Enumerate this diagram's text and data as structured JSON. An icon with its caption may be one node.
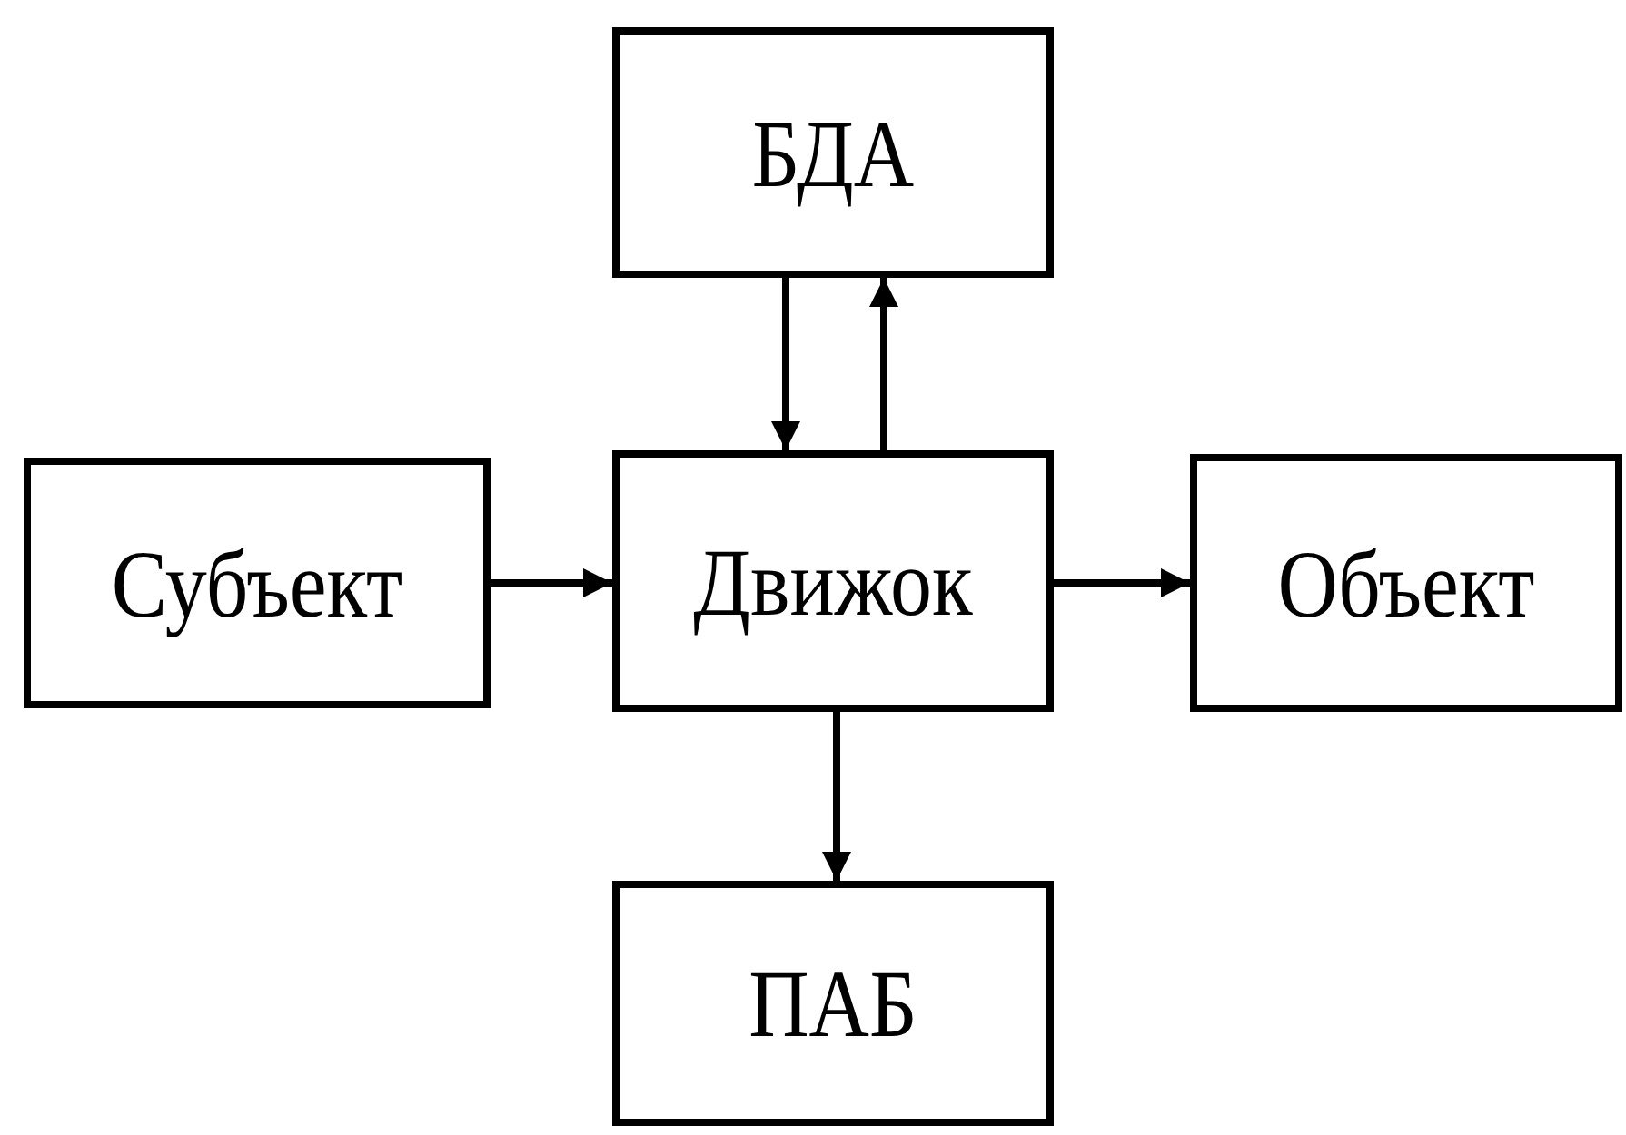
{
  "diagram": {
    "nodes": [
      {
        "text": [
          "БДА"
        ]
      },
      {
        "text": [
          "Субъект"
        ]
      },
      {
        "text": [
          "Движок"
        ]
      },
      {
        "text": [
          "Объект"
        ]
      },
      {
        "text": [
          "ПАБ"
        ]
      }
    ],
    "edges": [
      {
        "from": 0,
        "to": 2,
        "arrow": "to"
      },
      {
        "from": 2,
        "to": 0,
        "arrow": "to"
      },
      {
        "from": 1,
        "to": 2,
        "arrow": "to"
      },
      {
        "from": 2,
        "to": 3,
        "arrow": "to"
      },
      {
        "from": 2,
        "to": 4,
        "arrow": "to"
      }
    ]
  }
}
